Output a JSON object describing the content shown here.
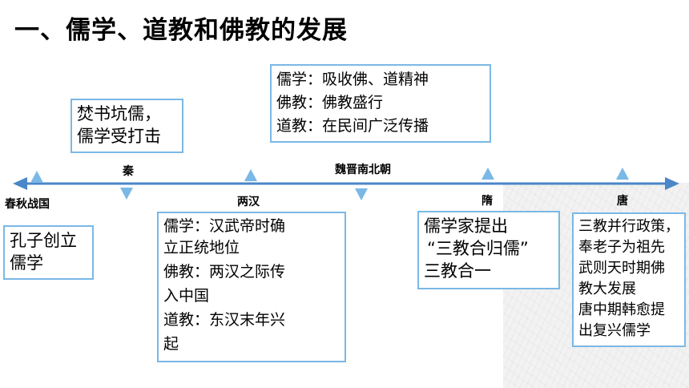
{
  "title": "一、儒学、道教和佛教的发展",
  "accent_color": "#7ab8e6",
  "line_color": "#4a86c8",
  "periods": {
    "chunqiu": "春秋战国",
    "qin": "秦",
    "lianghan": "两汉",
    "weijin": "魏晋南北朝",
    "sui": "隋",
    "tang": "唐"
  },
  "boxes": {
    "chunqiu": {
      "lines": [
        "孔子创立",
        "儒学"
      ]
    },
    "qin": {
      "lines": [
        "焚书坑儒，",
        "儒学受打击"
      ]
    },
    "lianghan": {
      "lines": [
        "儒学：汉武帝时确",
        "立正统地位",
        "佛教：两汉之际传",
        "入中国",
        "道教：东汉末年兴",
        "起"
      ]
    },
    "weijin": {
      "lines": [
        "儒学：吸收佛、道精神",
        "佛教：佛教盛行",
        "道教：在民间广泛传播"
      ]
    },
    "sui": {
      "lines": [
        "儒学家提出",
        "“三教合归儒”",
        "三教合一"
      ]
    },
    "tang": {
      "lines": [
        "三教并行政策，",
        "奉老子为祖先",
        "武则天时期佛",
        "教大发展",
        "唐中期韩愈提",
        "出复兴儒学"
      ]
    }
  }
}
